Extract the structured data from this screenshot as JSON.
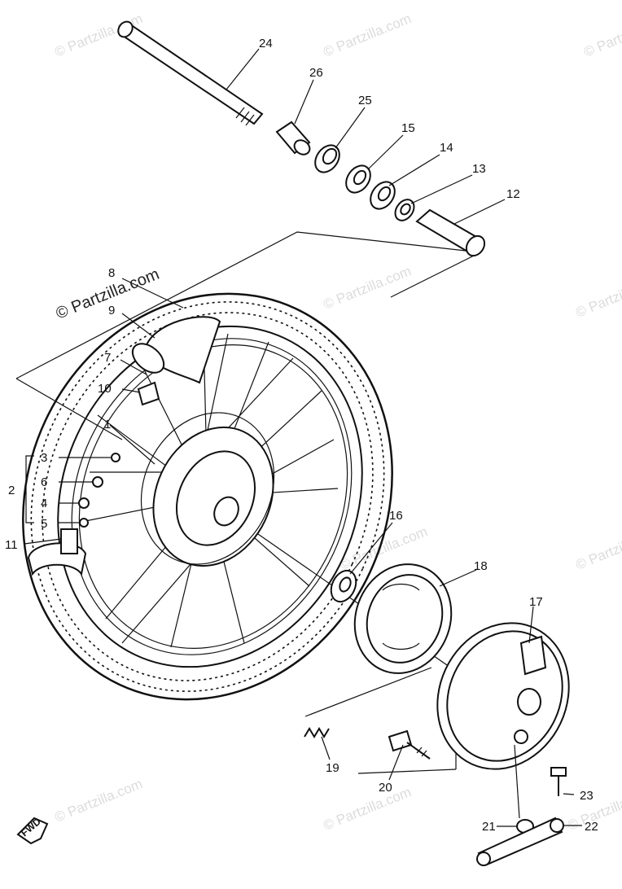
{
  "watermark": {
    "text": "© Partzilla.com",
    "repeat_text": "© Partzilla.com"
  },
  "fwd_label": "FWD",
  "callouts": [
    "24",
    "26",
    "25",
    "15",
    "14",
    "13",
    "12",
    "8",
    "9",
    "7",
    "10",
    "1",
    "3",
    "2",
    "6",
    "4",
    "5",
    "11",
    "16",
    "18",
    "17",
    "19",
    "20",
    "21",
    "22",
    "23"
  ],
  "colors": {
    "ink": "#111111",
    "watermark": "#dcdcdc",
    "background": "#ffffff"
  }
}
